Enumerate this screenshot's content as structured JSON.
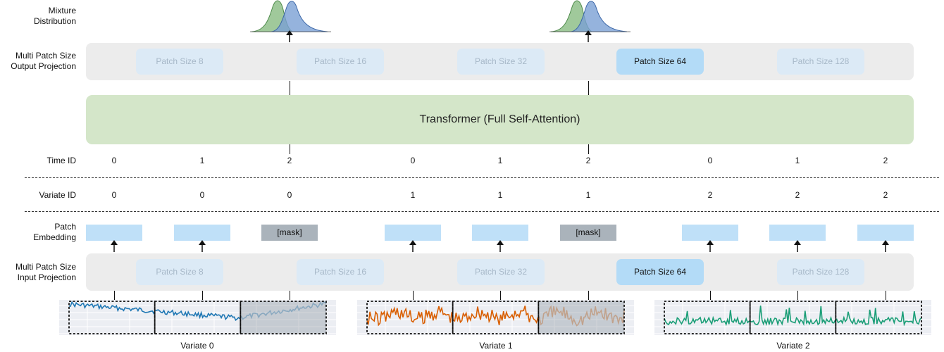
{
  "labels": {
    "mixture": [
      "Mixture",
      "Distribution"
    ],
    "output_proj": [
      "Multi Patch Size",
      "Output Projection"
    ],
    "time_id": "Time ID",
    "variate_id": "Variate ID",
    "patch_emb": [
      "Patch",
      "Embedding"
    ],
    "input_proj": [
      "Multi Patch Size",
      "Input Projection"
    ]
  },
  "patch_sizes": [
    "Patch Size 8",
    "Patch Size 16",
    "Patch Size 32",
    "Patch Size 64",
    "Patch Size 128"
  ],
  "active_patch_index": 3,
  "transformer": "Transformer (Full Self-Attention)",
  "time_ids": [
    "0",
    "1",
    "2",
    "0",
    "1",
    "2",
    "0",
    "1",
    "2"
  ],
  "variate_ids": [
    "0",
    "0",
    "0",
    "1",
    "1",
    "1",
    "2",
    "2",
    "2"
  ],
  "mask_label": "[mask]",
  "variates": [
    "Variate 0",
    "Variate 1",
    "Variate 2"
  ],
  "colors": {
    "variate0": "#1f77b4",
    "variate1": "#d95f02",
    "variate2": "#1b9e77",
    "dist_green": "#8fbf8a",
    "dist_blue": "#7aa0d4"
  }
}
